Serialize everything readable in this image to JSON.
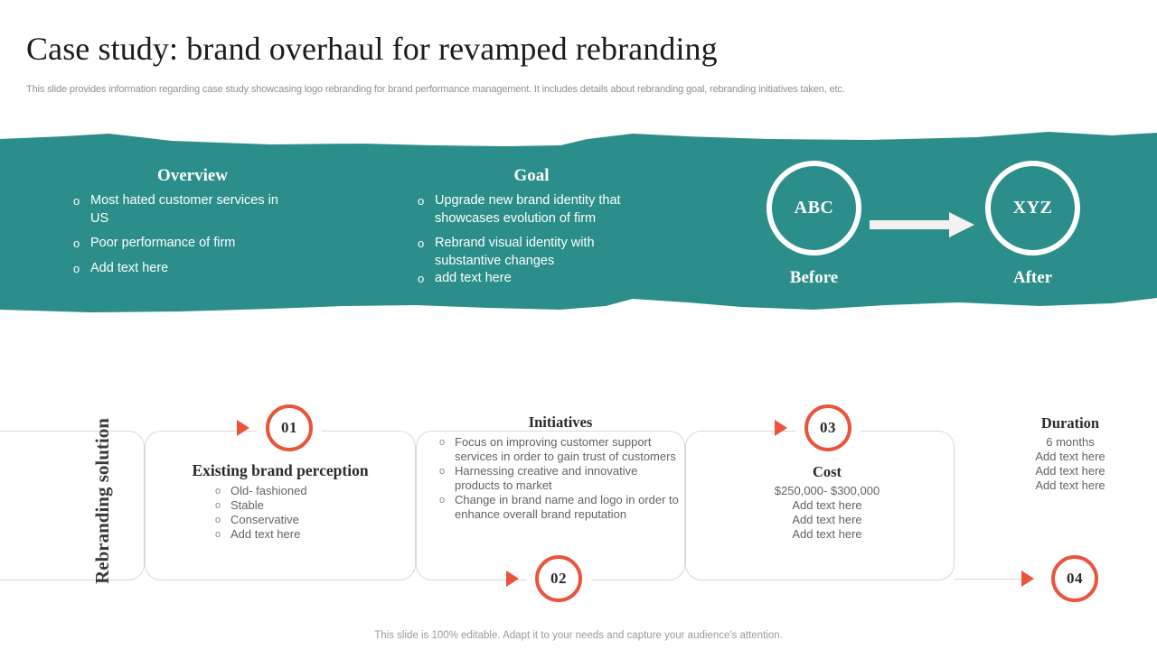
{
  "header": {
    "title": "Case study: brand overhaul for revamped rebranding",
    "subtitle": "This slide provides information regarding case study showcasing logo rebranding for brand performance management. It includes details about rebranding goal, rebranding initiatives taken, etc."
  },
  "colors": {
    "teal": "#2b8e8a",
    "accent_red": "#ec5339",
    "title_text": "#1c1c1c",
    "body_text": "#636363",
    "box_border": "#d8d8d8"
  },
  "band": {
    "overview": {
      "heading": "Overview",
      "items": [
        "Most hated customer  services in US",
        "Poor performance  of firm",
        "Add text here"
      ]
    },
    "goal": {
      "heading": "Goal",
      "items": [
        "Upgrade new  brand identity  that showcases evolution  of firm",
        "Rebrand visual  identity with substantive  changes",
        "add text here"
      ]
    },
    "transform": {
      "before_value": "ABC",
      "after_value": "XYZ",
      "before_label": "Before",
      "after_label": "After",
      "arrow_icon": "right-arrow-icon"
    }
  },
  "process": {
    "section_label": "Rebranding solution",
    "steps": [
      {
        "number": "01",
        "title": "Existing brand perception",
        "items": [
          "Old- fashioned",
          "Stable",
          "Conservative",
          "Add text here"
        ]
      },
      {
        "number": "02",
        "title": "Initiatives",
        "items": [
          "Focus on improving  customer support services  in order  to gain trust of customers",
          "Harnessing  creative  and innovative products to market",
          "Change  in brand  name  and logo  in order to enhance  overall brand reputation"
        ]
      },
      {
        "number": "03",
        "title": "Cost",
        "lines": [
          "$250,000-  $300,000",
          "Add text here",
          "Add text here",
          "Add text here"
        ]
      },
      {
        "number": "04",
        "title": "Duration",
        "lines": [
          "6 months",
          "Add text here",
          "Add text here",
          "Add text here"
        ]
      }
    ]
  },
  "footer": {
    "note": "This slide is 100% editable. Adapt it to your needs and capture your audience's attention."
  }
}
